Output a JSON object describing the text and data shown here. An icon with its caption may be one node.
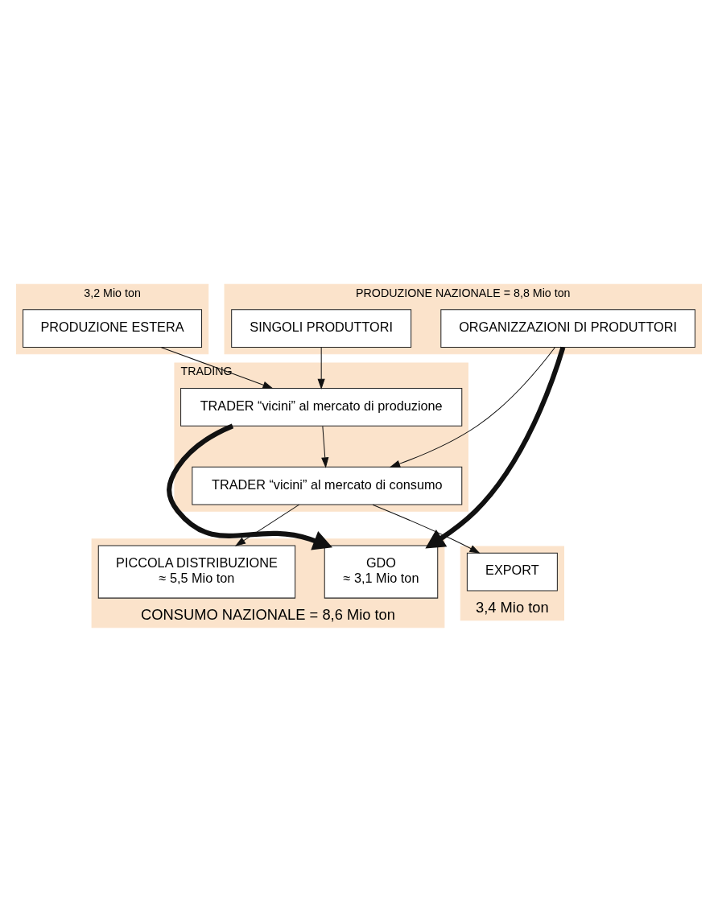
{
  "diagram": {
    "nodes": [
      {
        "text": [
          "PRODUZIONE NAZIONALE = 8,8 Mio ton"
        ]
      },
      {
        "text": [
          "ORGANIZZAZIONI DI PRODUTTORI"
        ],
        "in": 0
      },
      {
        "text": [
          "SINGOLI PRODUTTORI"
        ],
        "in": 0
      },
      {
        "text": [
          "3,2 Mio ton"
        ]
      },
      {
        "text": [
          "PRODUZIONE ESTERA"
        ],
        "in": 3
      },
      {
        "text": [
          "TRADING"
        ]
      },
      {
        "text": [
          "TRADER “vicini” al mercato di produzione"
        ],
        "in": 5
      },
      {
        "text": [
          "TRADER “vicini” al mercato di consumo"
        ],
        "in": 5
      },
      {
        "text": [
          "CONSUMO NAZIONALE = 8,6 Mio ton"
        ]
      },
      {
        "text": [
          "GDO",
          "≈ 3,1 Mio ton"
        ],
        "in": 8
      },
      {
        "text": [
          "PICCOLA DISTRIBUZIONE",
          "≈ 5,5 Mio ton"
        ],
        "in": 8
      },
      {
        "text": [
          "3,4 Mio ton"
        ]
      },
      {
        "text": [
          "EXPORT"
        ],
        "in": 11
      }
    ],
    "edges": [
      {
        "from": 1,
        "to": 9,
        "arrow": "to",
        "style": "thick"
      },
      {
        "from": 2,
        "to": 6,
        "arrow": "to"
      },
      {
        "from": 4,
        "to": 6,
        "arrow": "to"
      },
      {
        "from": 6,
        "to": 9,
        "arrow": "to",
        "style": "thick"
      },
      {
        "from": 6,
        "to": 7,
        "arrow": "to"
      },
      {
        "from": 1,
        "to": 7,
        "arrow": "to"
      },
      {
        "from": 7,
        "to": 10,
        "arrow": "to"
      },
      {
        "from": 7,
        "to": 12,
        "arrow": "to"
      }
    ]
  }
}
